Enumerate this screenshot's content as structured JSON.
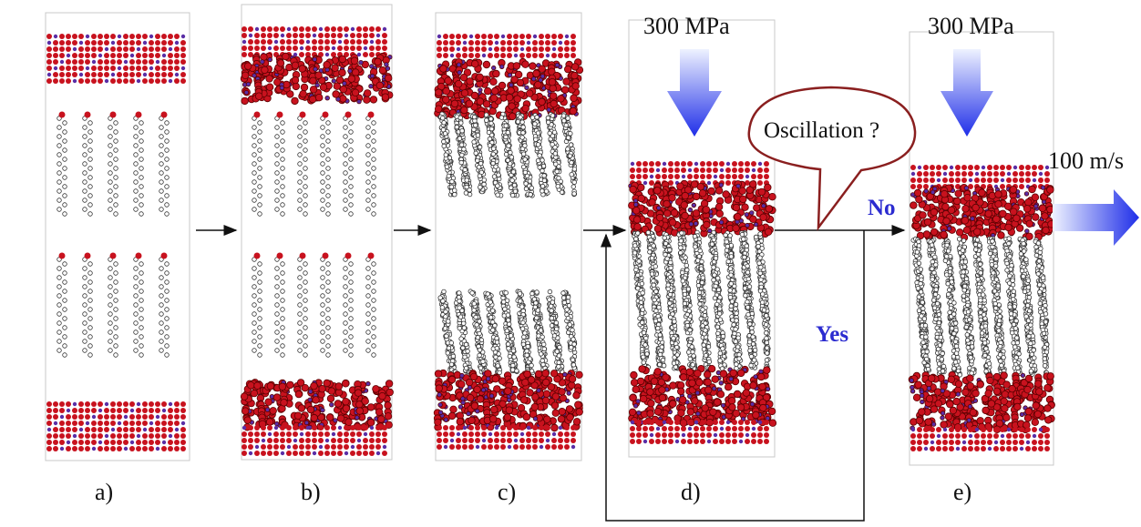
{
  "panels": [
    {
      "id": "a",
      "label": "a)"
    },
    {
      "id": "b",
      "label": "b)"
    },
    {
      "id": "c",
      "label": "c)"
    },
    {
      "id": "d",
      "label": "d)"
    },
    {
      "id": "e",
      "label": "e)"
    }
  ],
  "pressure_label_d": "300 MPa",
  "pressure_label_e": "300 MPa",
  "velocity_label": "100 m/s",
  "decision_question": "Oscillation ?",
  "branch_no": "No",
  "branch_yes": "Yes",
  "colors": {
    "oxygen": "#c8121e",
    "metal": "#5a2ea6",
    "chain": "#333333",
    "arrow_gradient_top": "#e6ecff",
    "arrow_gradient_bottom": "#1f2ee8",
    "branch_text": "#2b2bd0",
    "bubble_stroke": "#8a1f1f"
  }
}
